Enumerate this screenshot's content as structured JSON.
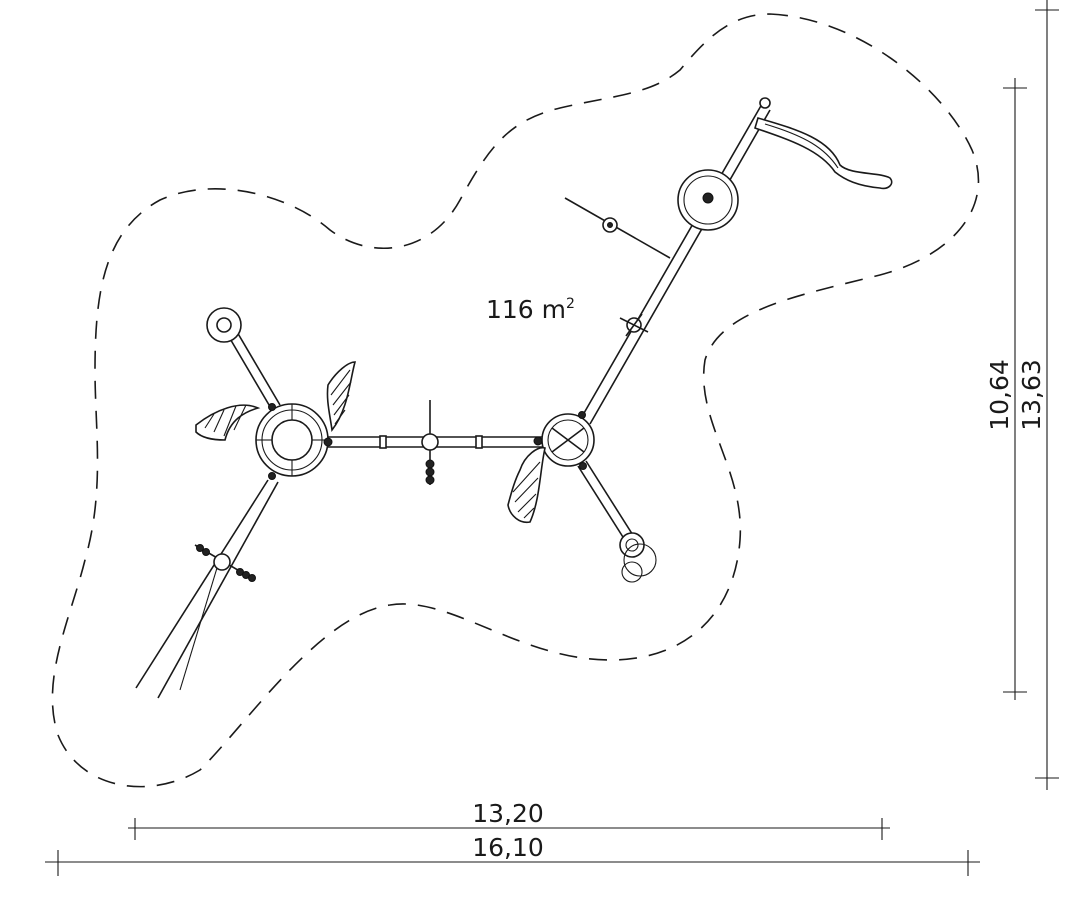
{
  "area": {
    "value": "116 m",
    "unit_superscript": "2"
  },
  "dimensions": {
    "inner_width": "13,20",
    "outer_width": "16,10",
    "inner_height": "10,64",
    "outer_height": "13,63"
  },
  "colors": {
    "line": "#1a1a1a",
    "background": "#ffffff"
  }
}
